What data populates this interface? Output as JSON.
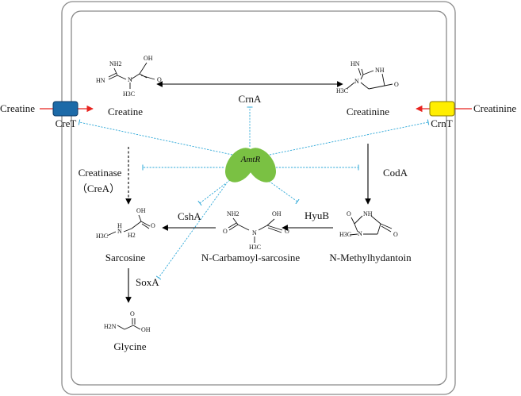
{
  "colors": {
    "transporter_cret": "#1c6aa8",
    "transporter_crnt": "#ffee00",
    "regulator": "#7ac143",
    "regulation_line": "#2ea8d8",
    "transport_arrow": "#e8231f"
  },
  "compounds": {
    "creatine": "Creatine",
    "creatinine": "Creatinine",
    "sarcosine": "Sarcosine",
    "n_carbamoyl_sarcosine": "N-Carbamoyl-sarcosine",
    "n_methylhydantoin": "N-Methylhydantoin",
    "glycine": "Glycine"
  },
  "external": {
    "creatine": "Creatine",
    "creatinine": "Creatinine"
  },
  "transporters": {
    "cret": "CreT",
    "crnt": "CrnT"
  },
  "enzymes": {
    "crna": "CrnA",
    "creatinase_line1": "Creatinase",
    "creatinase_line2": "（CreA）",
    "coda": "CodA",
    "hyub": "HyuB",
    "csha": "CshA",
    "soxa": "SoxA"
  },
  "regulator": {
    "name": "AmtR"
  },
  "structures": {
    "creatine": {
      "nh2": "NH2",
      "hn": "HN",
      "n": "N",
      "oh": "OH",
      "o": "O",
      "ch3": "H3C"
    },
    "creatinine": {
      "hn": "HN",
      "n": "N",
      "nh": "NH",
      "o": "O",
      "ch3": "H3C"
    },
    "sarcosine": {
      "oh": "OH",
      "o": "O",
      "n": "N",
      "h": "H",
      "h2": "H2",
      "ch3": "H3C"
    },
    "n_carbamoyl_sarcosine": {
      "nh2": "NH2",
      "oh": "OH",
      "o1": "O",
      "o2": "O",
      "n": "N",
      "ch3": "H3C"
    },
    "n_methylhydantoin": {
      "o1": "O",
      "o2": "O",
      "nh": "NH",
      "n": "N",
      "ch3": "H3C"
    },
    "glycine": {
      "oh": "OH",
      "o": "O",
      "nh2": "H2N"
    }
  }
}
